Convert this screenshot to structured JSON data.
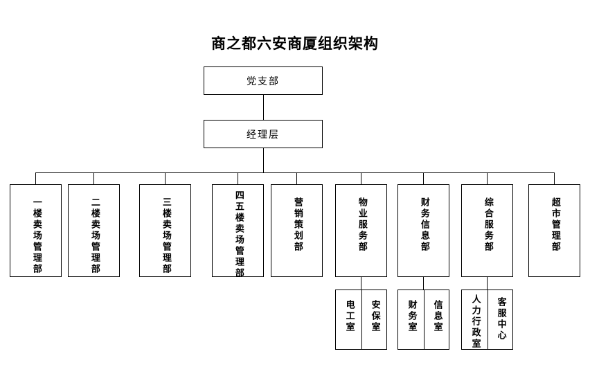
{
  "title": "商之都六安商厦组织架构",
  "top_nodes": [
    {
      "id": "party-branch",
      "label": "党支部"
    },
    {
      "id": "management",
      "label": "经理层"
    }
  ],
  "departments": [
    {
      "id": "floor-1-sales",
      "label": "一楼卖场管理部",
      "chars": 7
    },
    {
      "id": "floor-2-sales",
      "label": "二楼卖场管理部",
      "chars": 7
    },
    {
      "id": "floor-3-sales",
      "label": "三楼卖场管理部",
      "chars": 7
    },
    {
      "id": "floor-4-5-sales",
      "label": "四五楼卖场管理部",
      "chars": 8
    },
    {
      "id": "marketing-planning",
      "label": "营销策划部",
      "chars": 5
    },
    {
      "id": "property-service",
      "label": "物业服务部",
      "chars": 5
    },
    {
      "id": "finance-information",
      "label": "财务信息部",
      "chars": 5
    },
    {
      "id": "general-service",
      "label": "综合服务部",
      "chars": 5
    },
    {
      "id": "supermarket-management",
      "label": "超市管理部",
      "chars": 5
    }
  ],
  "sub_units": [
    {
      "parent": "property-service",
      "cells": [
        {
          "id": "electrician-room",
          "label": "电工室",
          "chars": 3
        },
        {
          "id": "security-room",
          "label": "安保室",
          "chars": 3
        }
      ]
    },
    {
      "parent": "finance-information",
      "cells": [
        {
          "id": "finance-room",
          "label": "财务室",
          "chars": 3
        },
        {
          "id": "information-room",
          "label": "信息室",
          "chars": 3
        }
      ]
    },
    {
      "parent": "general-service",
      "cells": [
        {
          "id": "hr-admin-room",
          "label": "人力行政室",
          "chars": 5
        },
        {
          "id": "customer-service-center",
          "label": "客服中心",
          "chars": 4
        }
      ]
    }
  ],
  "colors": {
    "line": "#000000",
    "box_fill": "#ffffff",
    "text": "#000000",
    "background": "#ffffff"
  }
}
